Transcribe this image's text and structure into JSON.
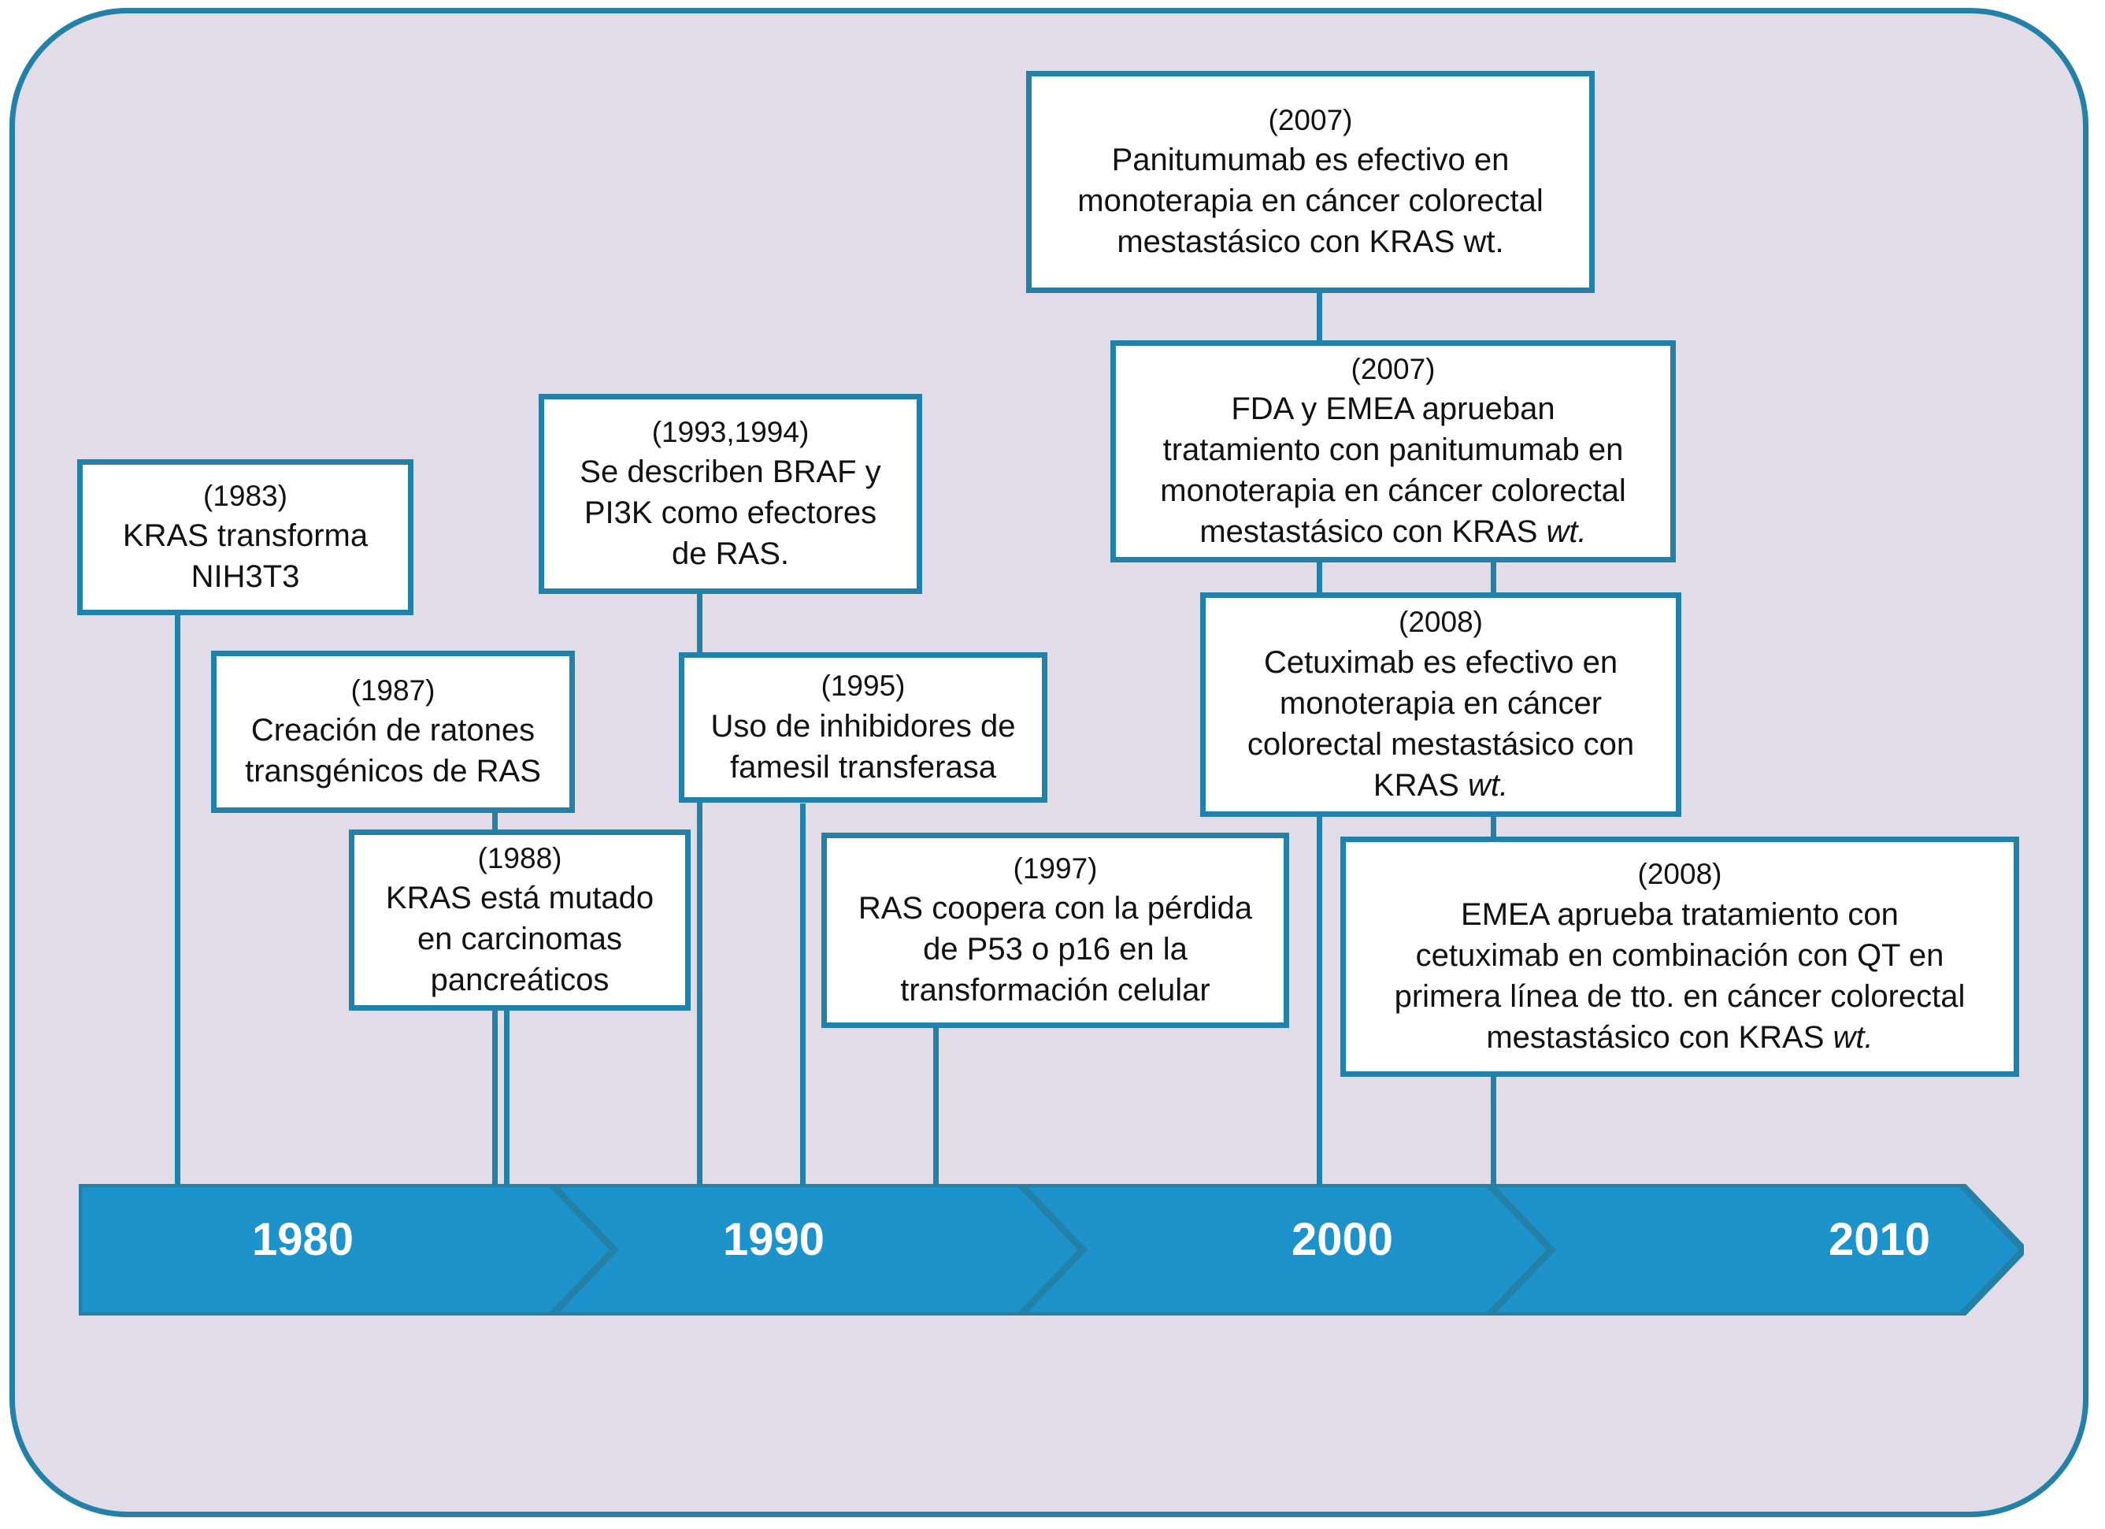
{
  "figure": {
    "title": "Cronologia KRAS",
    "frame_border_color": "#2380A6",
    "frame_fill_color": "#E2DCE8",
    "box_border_color": "#2380A6",
    "box_fill_color": "#FFFFFF",
    "timeline_fill_color": "#1E93CB",
    "timeline_stroke_color": "#2380A6",
    "timeline_label_color": "#FFFFFF"
  },
  "timeline": {
    "year_labels": [
      "1980",
      "1990",
      "2000",
      "2010"
    ],
    "segments": 4,
    "direction": "left-to-right-arrow"
  },
  "events": [
    {
      "id": "e1983",
      "year": "(1983)",
      "lines": [
        "KRAS transforma",
        "NIH3T3"
      ],
      "italic_tail": ""
    },
    {
      "id": "e1987",
      "year": "(1987)",
      "lines": [
        "Creación de ratones",
        "transgénicos de RAS"
      ],
      "italic_tail": ""
    },
    {
      "id": "e1988",
      "year": "(1988)",
      "lines": [
        "KRAS está mutado",
        "en carcinomas",
        "pancreáticos"
      ],
      "italic_tail": ""
    },
    {
      "id": "e1993",
      "year": "(1993,1994)",
      "lines": [
        "Se describen BRAF y",
        "PI3K como efectores",
        "de RAS."
      ],
      "italic_tail": ""
    },
    {
      "id": "e1995",
      "year": "(1995)",
      "lines": [
        "Uso de inhibidores de",
        "famesil transferasa"
      ],
      "italic_tail": ""
    },
    {
      "id": "e1997",
      "year": "(1997)",
      "lines": [
        "RAS coopera con la pérdida",
        "de P53 o p16 en la",
        "transformación celular"
      ],
      "italic_tail": ""
    },
    {
      "id": "e2007a",
      "year": "(2007)",
      "lines": [
        "Panitumumab es efectivo en",
        "monoterapia en cáncer colorectal",
        "mestastásico con KRAS wt."
      ],
      "italic_tail": ""
    },
    {
      "id": "e2007b",
      "year": "(2007)",
      "lines": [
        "FDA y EMEA aprueban",
        "tratamiento con panitumumab en",
        "monoterapia en cáncer colorectal",
        "mestastásico con KRAS "
      ],
      "italic_tail": "wt."
    },
    {
      "id": "e2008a",
      "year": "(2008)",
      "lines": [
        "Cetuximab es efectivo en",
        "monoterapia en cáncer",
        "colorectal mestastásico con",
        "KRAS "
      ],
      "italic_tail": "wt."
    },
    {
      "id": "e2008b",
      "year": "(2008)",
      "lines": [
        "EMEA aprueba tratamiento con",
        "cetuximab en combinación con QT en",
        "primera línea de tto. en cáncer colorectal",
        "mestastásico con KRAS "
      ],
      "italic_tail": "wt."
    }
  ]
}
